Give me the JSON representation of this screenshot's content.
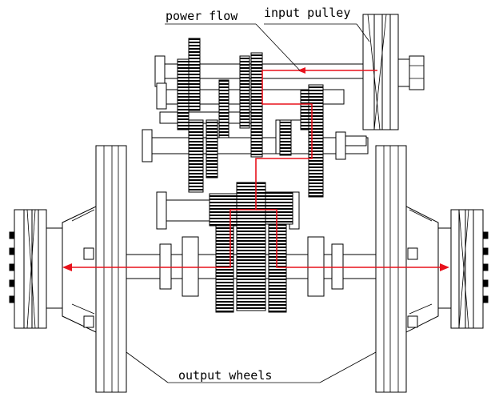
{
  "labels": {
    "power_flow": "power flow",
    "input_pulley": "input pulley",
    "output_wheels": "output wheels"
  },
  "colors": {
    "power_flow_path": "#e8121c",
    "line_art": "#000000",
    "background": "#ffffff"
  }
}
